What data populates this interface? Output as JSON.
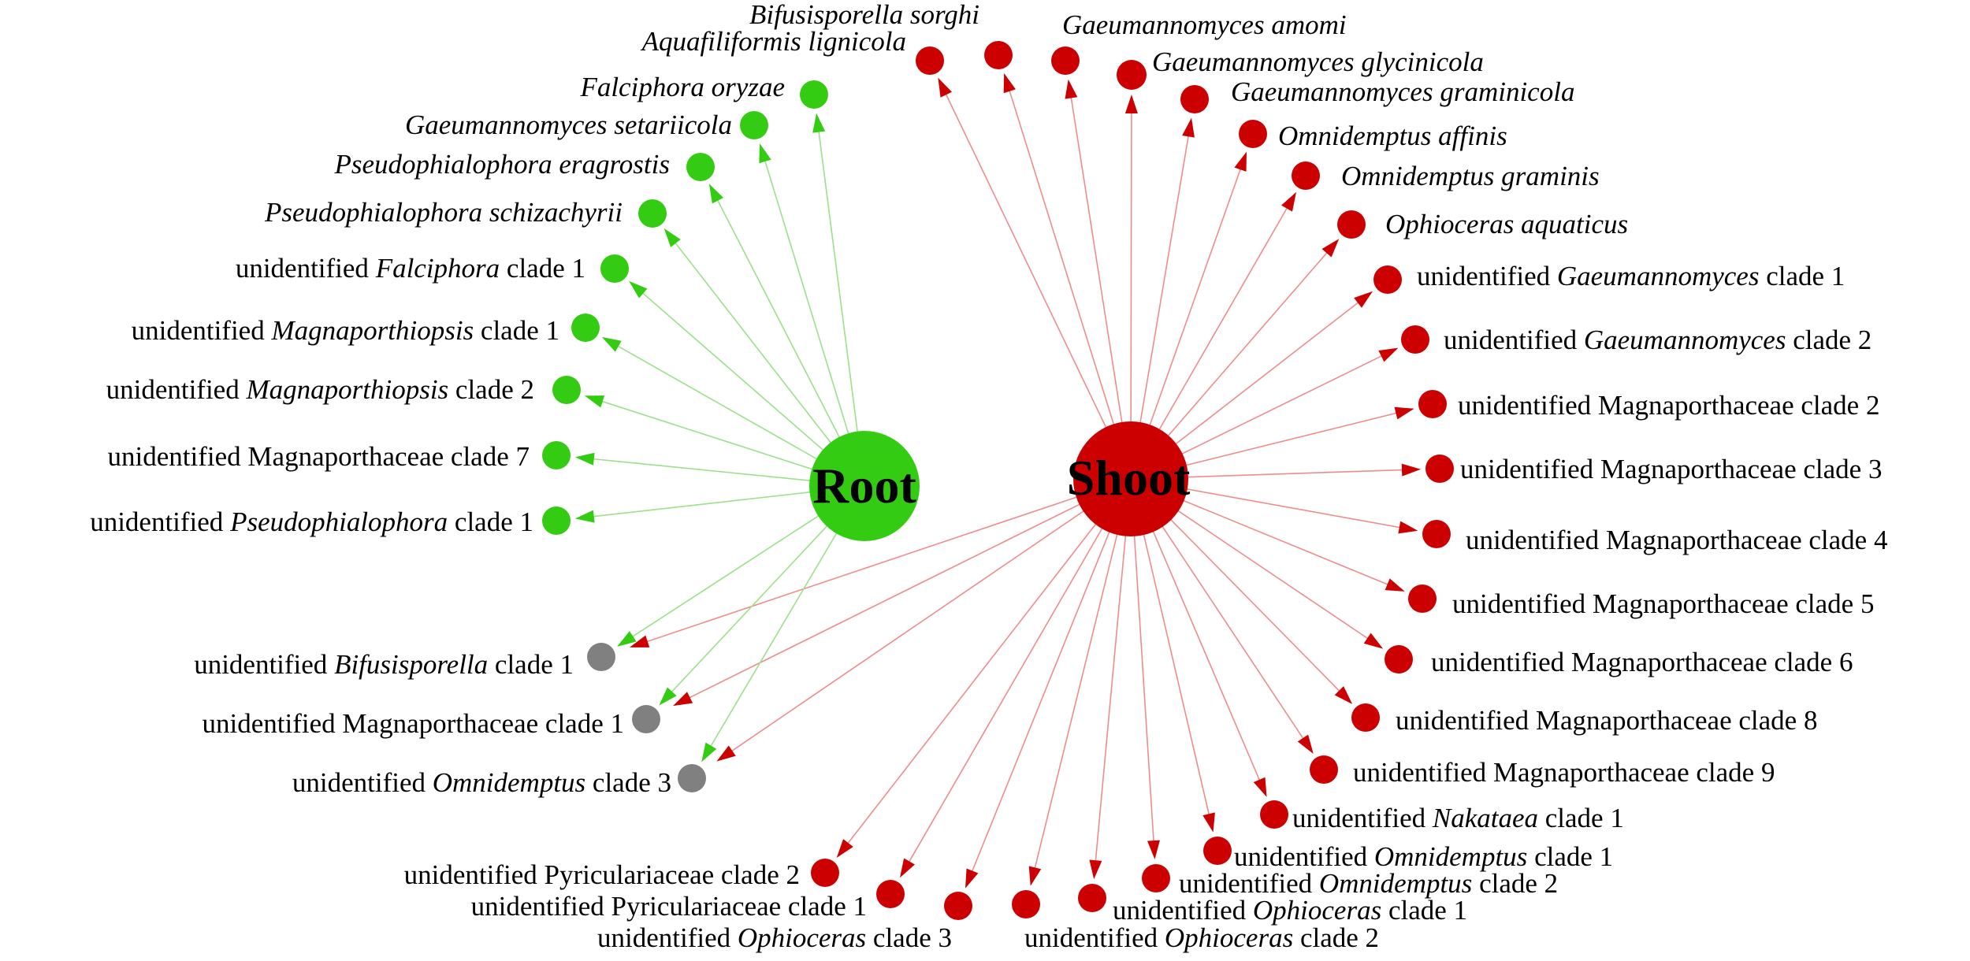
{
  "colors": {
    "root": "#33CC12",
    "shoot": "#CC0000",
    "shared": "#808080",
    "root_edge": "#9BE08A",
    "shoot_edge": "#EE8C8C",
    "root_arrow": "#33CC12",
    "shoot_arrow": "#CC0000"
  },
  "hubs": [
    {
      "id": "root",
      "label": "Root",
      "color_key": "root"
    },
    {
      "id": "shoot",
      "label": "Shoot",
      "color_key": "shoot"
    }
  ],
  "nodes": [
    {
      "id": "bifusisporella-sorghi",
      "group": "shoot",
      "parts": [
        {
          "t": "Bifusisporella sorghi",
          "i": true
        }
      ]
    },
    {
      "id": "aquafiliformis-lignicola",
      "group": "shoot",
      "parts": [
        {
          "t": "Aquafiliformis lignicola",
          "i": true
        }
      ]
    },
    {
      "id": "gaeumannomyces-amomi",
      "group": "shoot",
      "parts": [
        {
          "t": "Gaeumannomyces amomi",
          "i": true
        }
      ]
    },
    {
      "id": "gaeumannomyces-glycinicola",
      "group": "shoot",
      "parts": [
        {
          "t": "Gaeumannomyces glycinicola",
          "i": true
        }
      ]
    },
    {
      "id": "gaeumannomyces-graminicola",
      "group": "shoot",
      "parts": [
        {
          "t": "Gaeumannomyces graminicola",
          "i": true
        }
      ]
    },
    {
      "id": "omnidemptus-affinis",
      "group": "shoot",
      "parts": [
        {
          "t": "Omnidemptus affinis",
          "i": true
        }
      ]
    },
    {
      "id": "omnidemptus-graminis",
      "group": "shoot",
      "parts": [
        {
          "t": "Omnidemptus graminis",
          "i": true
        }
      ]
    },
    {
      "id": "ophioceras-aquaticus",
      "group": "shoot",
      "parts": [
        {
          "t": "Ophioceras aquaticus",
          "i": true
        }
      ]
    },
    {
      "id": "unid-gaeumannomyces-1",
      "group": "shoot",
      "parts": [
        {
          "t": "unidentified ",
          "i": false
        },
        {
          "t": "Gaeumannomyces",
          "i": true
        },
        {
          "t": " clade 1",
          "i": false
        }
      ]
    },
    {
      "id": "unid-gaeumannomyces-2",
      "group": "shoot",
      "parts": [
        {
          "t": "unidentified ",
          "i": false
        },
        {
          "t": "Gaeumannomyces",
          "i": true
        },
        {
          "t": " clade 2",
          "i": false
        }
      ]
    },
    {
      "id": "unid-magnaporthaceae-2",
      "group": "shoot",
      "parts": [
        {
          "t": "unidentified Magnaporthaceae clade 2",
          "i": false
        }
      ]
    },
    {
      "id": "unid-magnaporthaceae-3",
      "group": "shoot",
      "parts": [
        {
          "t": "unidentified Magnaporthaceae clade 3",
          "i": false
        }
      ]
    },
    {
      "id": "unid-magnaporthaceae-4",
      "group": "shoot",
      "parts": [
        {
          "t": "unidentified Magnaporthaceae clade 4",
          "i": false
        }
      ]
    },
    {
      "id": "unid-magnaporthaceae-5",
      "group": "shoot",
      "parts": [
        {
          "t": "unidentified Magnaporthaceae clade 5",
          "i": false
        }
      ]
    },
    {
      "id": "unid-magnaporthaceae-6",
      "group": "shoot",
      "parts": [
        {
          "t": "unidentified Magnaporthaceae clade 6",
          "i": false
        }
      ]
    },
    {
      "id": "unid-magnaporthaceae-8",
      "group": "shoot",
      "parts": [
        {
          "t": "unidentified Magnaporthaceae clade 8",
          "i": false
        }
      ]
    },
    {
      "id": "unid-magnaporthaceae-9",
      "group": "shoot",
      "parts": [
        {
          "t": "unidentified Magnaporthaceae clade 9",
          "i": false
        }
      ]
    },
    {
      "id": "unid-nakataea-1",
      "group": "shoot",
      "parts": [
        {
          "t": "unidentified ",
          "i": false
        },
        {
          "t": "Nakataea",
          "i": true
        },
        {
          "t": " clade 1",
          "i": false
        }
      ]
    },
    {
      "id": "unid-omnidemptus-1",
      "group": "shoot",
      "parts": [
        {
          "t": "unidentified ",
          "i": false
        },
        {
          "t": "Omnidemptus",
          "i": true
        },
        {
          "t": " clade 1",
          "i": false
        }
      ]
    },
    {
      "id": "unid-omnidemptus-2",
      "group": "shoot",
      "parts": [
        {
          "t": "unidentified ",
          "i": false
        },
        {
          "t": "Omnidemptus",
          "i": true
        },
        {
          "t": " clade 2",
          "i": false
        }
      ]
    },
    {
      "id": "unid-ophioceras-1",
      "group": "shoot",
      "parts": [
        {
          "t": "unidentified ",
          "i": false
        },
        {
          "t": "Ophioceras",
          "i": true
        },
        {
          "t": " clade 1",
          "i": false
        }
      ]
    },
    {
      "id": "unid-ophioceras-2",
      "group": "shoot",
      "parts": [
        {
          "t": "unidentified ",
          "i": false
        },
        {
          "t": "Ophioceras",
          "i": true
        },
        {
          "t": " clade 2",
          "i": false
        }
      ]
    },
    {
      "id": "unid-ophioceras-3",
      "group": "shoot",
      "parts": [
        {
          "t": "unidentified ",
          "i": false
        },
        {
          "t": "Ophioceras",
          "i": true
        },
        {
          "t": " clade 3",
          "i": false
        }
      ]
    },
    {
      "id": "unid-pyriculariaceae-1",
      "group": "shoot",
      "parts": [
        {
          "t": "unidentified Pyriculariaceae clade 1",
          "i": false
        }
      ]
    },
    {
      "id": "unid-pyriculariaceae-2",
      "group": "shoot",
      "parts": [
        {
          "t": "unidentified Pyriculariaceae clade 2",
          "i": false
        }
      ]
    },
    {
      "id": "falciphora-oryzae",
      "group": "root",
      "parts": [
        {
          "t": "Falciphora oryzae",
          "i": true
        }
      ]
    },
    {
      "id": "gaeumannomyces-setariicola",
      "group": "root",
      "parts": [
        {
          "t": "Gaeumannomyces setariicola",
          "i": true
        }
      ]
    },
    {
      "id": "pseudophialophora-eragrostis",
      "group": "root",
      "parts": [
        {
          "t": "Pseudophialophora eragrostis",
          "i": true
        }
      ]
    },
    {
      "id": "pseudophialophora-schizachyrii",
      "group": "root",
      "parts": [
        {
          "t": "Pseudophialophora schizachyrii",
          "i": true
        }
      ]
    },
    {
      "id": "unid-falciphora-1",
      "group": "root",
      "parts": [
        {
          "t": "unidentified ",
          "i": false
        },
        {
          "t": "Falciphora",
          "i": true
        },
        {
          "t": " clade 1",
          "i": false
        }
      ]
    },
    {
      "id": "unid-magnaporthiopsis-1",
      "group": "root",
      "parts": [
        {
          "t": "unidentified ",
          "i": false
        },
        {
          "t": "Magnaporthiopsis",
          "i": true
        },
        {
          "t": " clade 1",
          "i": false
        }
      ]
    },
    {
      "id": "unid-magnaporthiopsis-2",
      "group": "root",
      "parts": [
        {
          "t": "unidentified ",
          "i": false
        },
        {
          "t": "Magnaporthiopsis",
          "i": true
        },
        {
          "t": " clade 2",
          "i": false
        }
      ]
    },
    {
      "id": "unid-magnaporthaceae-7",
      "group": "root",
      "parts": [
        {
          "t": "unidentified Magnaporthaceae clade 7",
          "i": false
        }
      ]
    },
    {
      "id": "unid-pseudophialophora-1",
      "group": "root",
      "parts": [
        {
          "t": "unidentified ",
          "i": false
        },
        {
          "t": "Pseudophialophora",
          "i": true
        },
        {
          "t": " clade 1",
          "i": false
        }
      ]
    },
    {
      "id": "unid-bifusisporella-1",
      "group": "shared",
      "parts": [
        {
          "t": "unidentified ",
          "i": false
        },
        {
          "t": "Bifusisporella",
          "i": true
        },
        {
          "t": " clade 1",
          "i": false
        }
      ]
    },
    {
      "id": "unid-magnaporthaceae-1",
      "group": "shared",
      "parts": [
        {
          "t": "unidentified Magnaporthaceae clade 1",
          "i": false
        }
      ]
    },
    {
      "id": "unid-omnidemptus-3",
      "group": "shared",
      "parts": [
        {
          "t": "unidentified ",
          "i": false
        },
        {
          "t": "Omnidemptus",
          "i": true
        },
        {
          "t": " clade 3",
          "i": false
        }
      ]
    }
  ]
}
